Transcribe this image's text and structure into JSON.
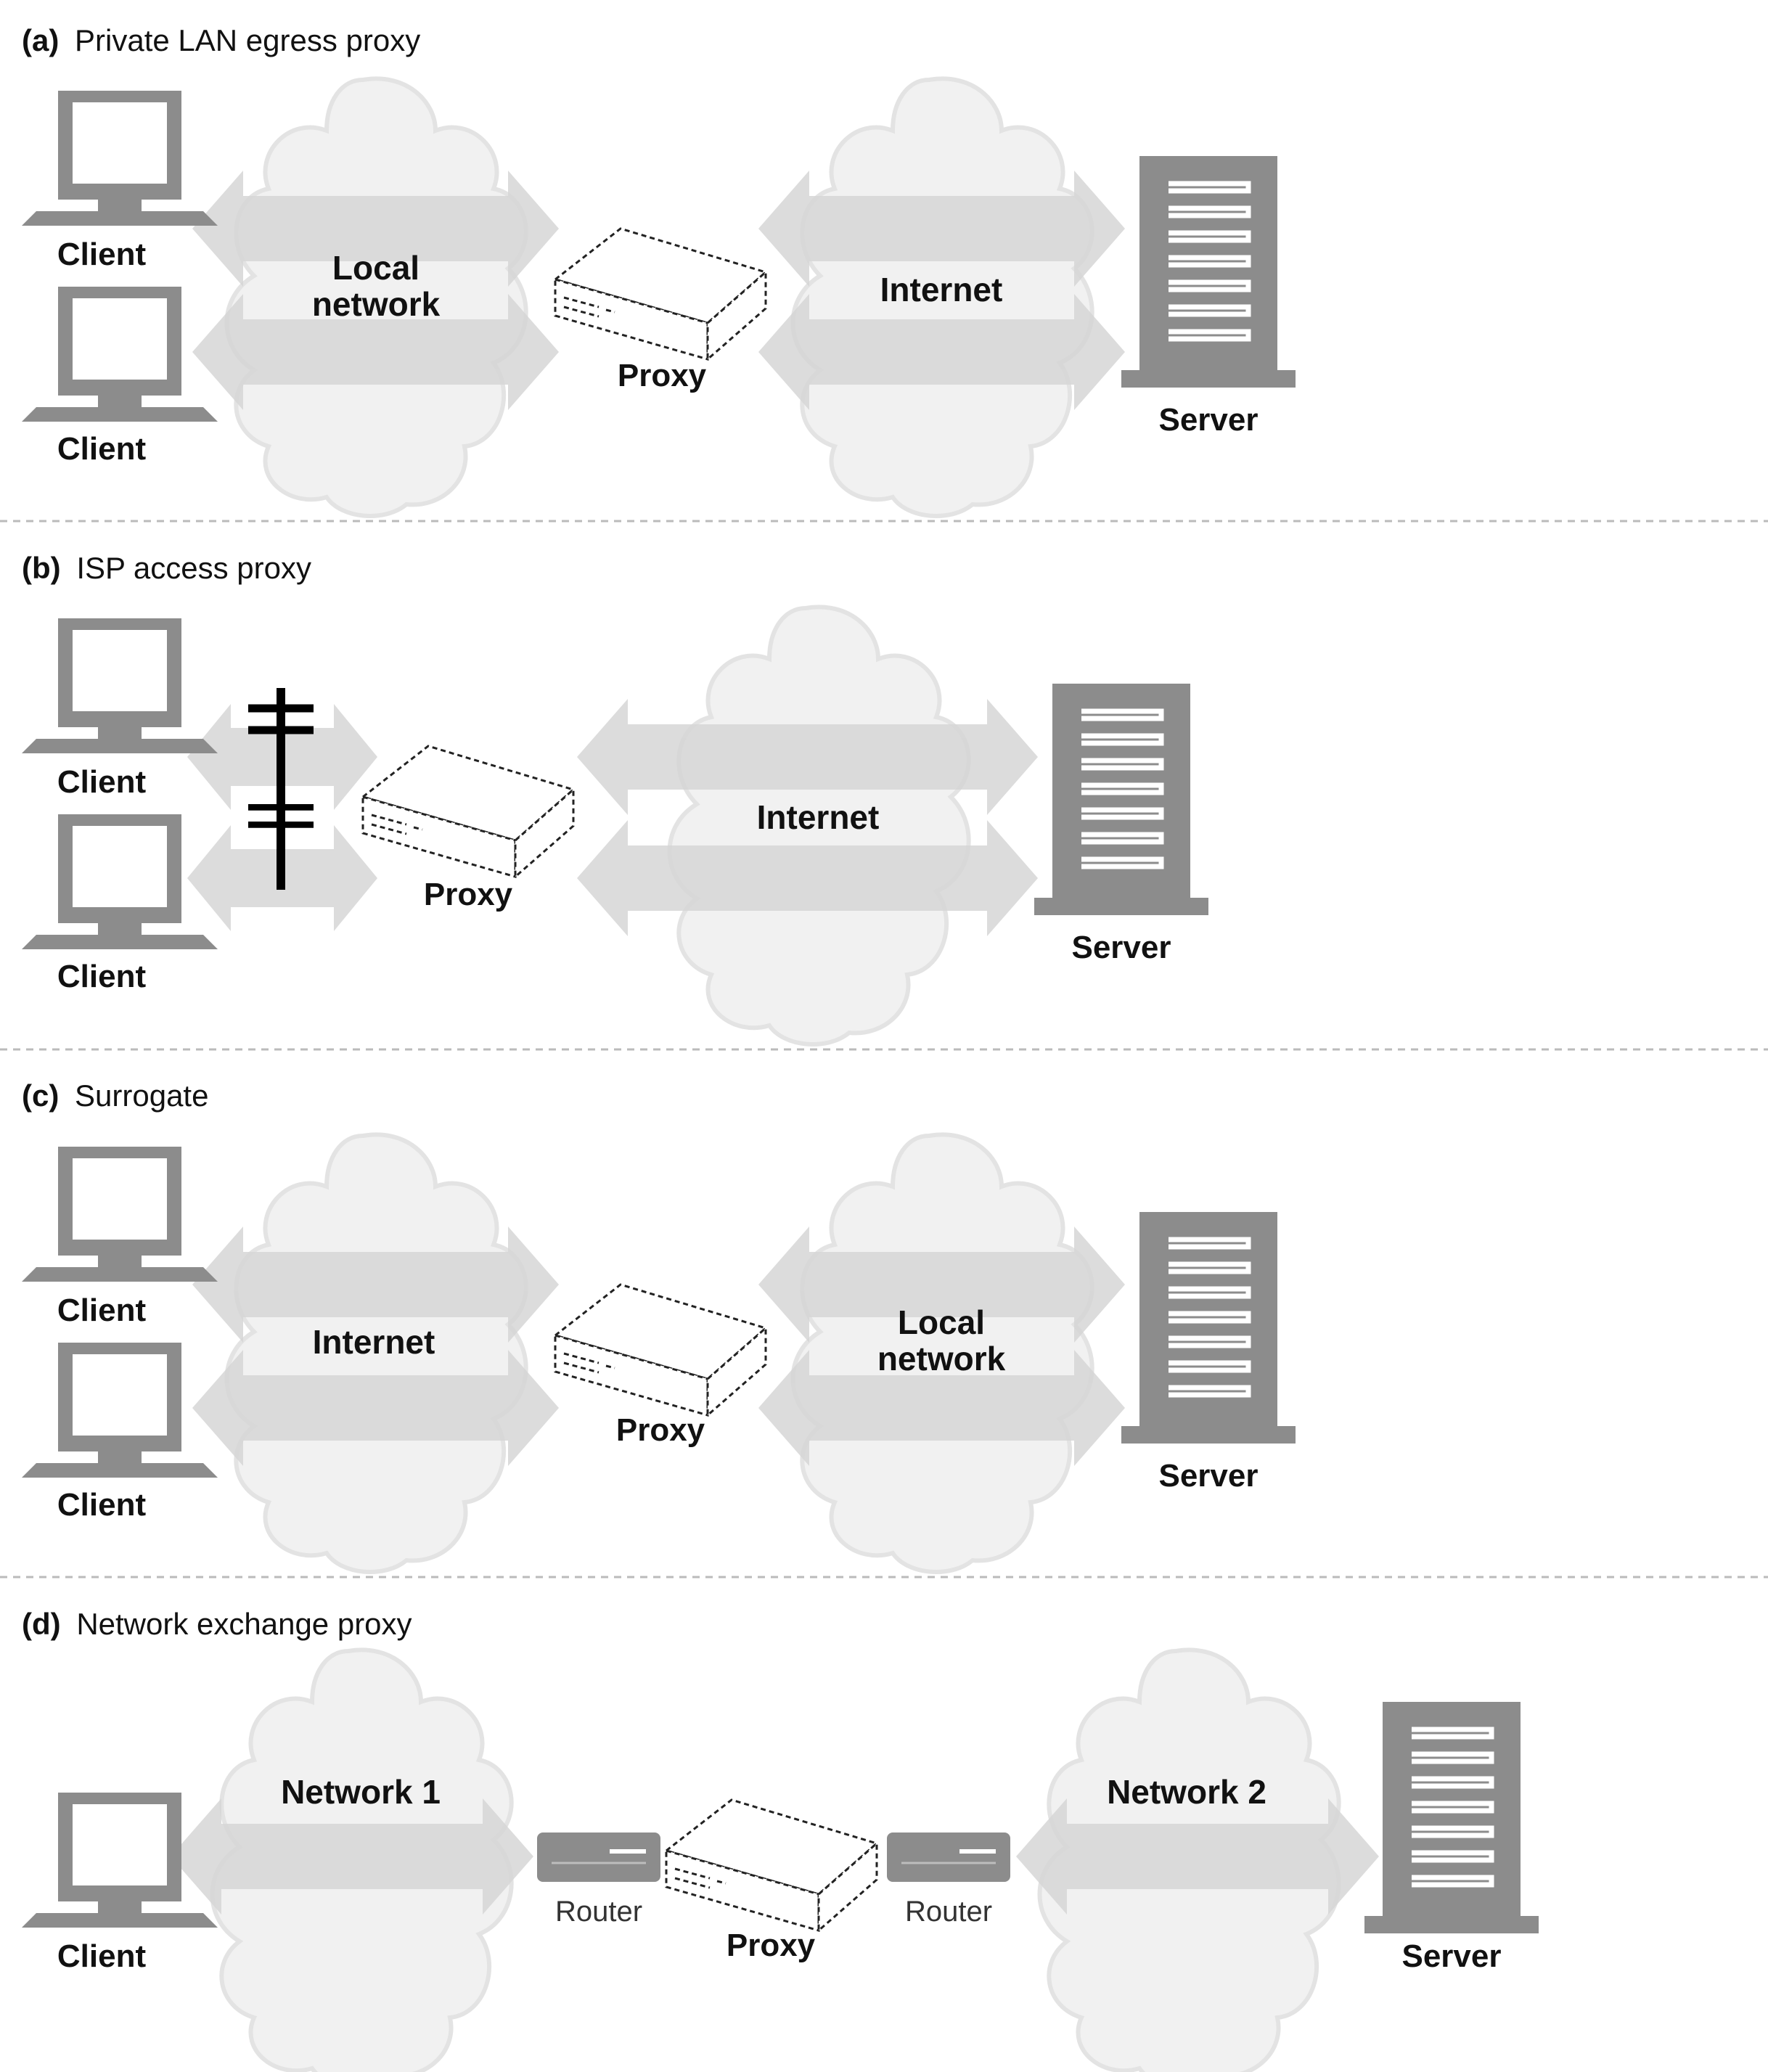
{
  "panels": [
    {
      "letter": "(a)",
      "title": "Private LAN egress proxy",
      "client_labels": [
        "Client",
        "Client"
      ],
      "left_network": [
        "Local",
        "network"
      ],
      "proxy_label": "Proxy",
      "right_network": [
        "Internet"
      ],
      "server_label": "Server"
    },
    {
      "letter": "(b)",
      "title": "ISP access proxy",
      "client_labels": [
        "Client",
        "Client"
      ],
      "proxy_label": "Proxy",
      "right_network": [
        "Internet"
      ],
      "server_label": "Server"
    },
    {
      "letter": "(c)",
      "title": "Surrogate",
      "client_labels": [
        "Client",
        "Client"
      ],
      "left_network": [
        "Internet"
      ],
      "proxy_label": "Proxy",
      "right_network": [
        "Local",
        "network"
      ],
      "server_label": "Server"
    },
    {
      "letter": "(d)",
      "title": "Network exchange proxy",
      "client_labels": [
        "Client"
      ],
      "left_network": [
        "Network 1"
      ],
      "router_labels": [
        "Router",
        "Router"
      ],
      "proxy_label": "Proxy",
      "right_network": [
        "Network 2"
      ],
      "server_label": "Server"
    }
  ],
  "colors": {
    "device_gray": "#8c8c8c",
    "cloud_fill": "#f1f1f1",
    "cloud_stroke": "#e2e2e2",
    "arrow_fill": "#d9d9d9",
    "divider": "#bbbbbb"
  },
  "icons": [
    "monitor-icon",
    "server-icon",
    "proxy-box-icon",
    "router-icon",
    "telephone-pole-icon",
    "cloud-icon",
    "double-arrow-icon"
  ]
}
